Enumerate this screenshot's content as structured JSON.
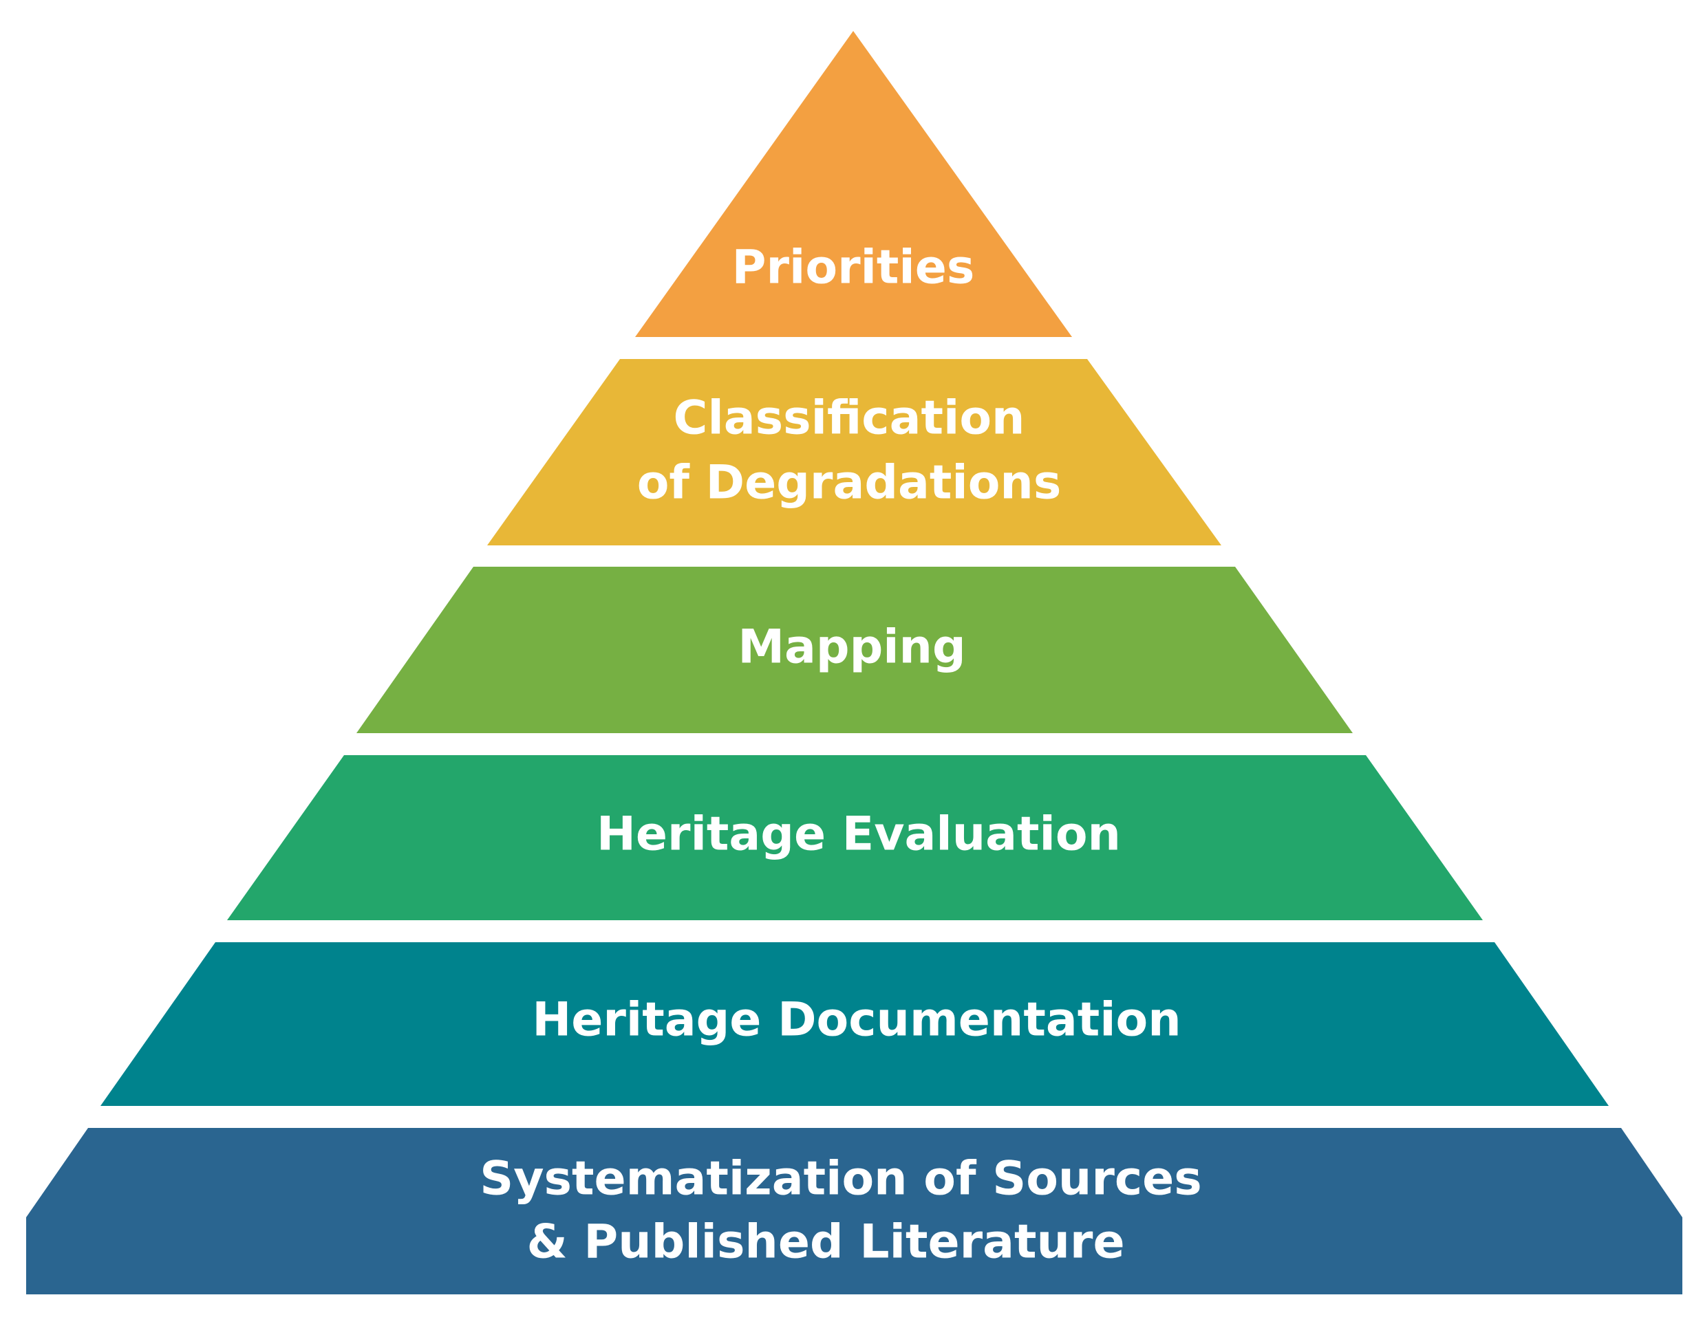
{
  "tiers": [
    {
      "label_lines": [
        "Priorities"
      ],
      "color": "#F3A041"
    },
    {
      "label_lines": [
        "Classification",
        "of Degradations"
      ],
      "color": "#E8B737"
    },
    {
      "label_lines": [
        "Mapping"
      ],
      "color": "#76B043"
    },
    {
      "label_lines": [
        "Heritage Evaluation"
      ],
      "color": "#23A66B"
    },
    {
      "label_lines": [
        "Heritage Documentation"
      ],
      "color": "#00838D"
    },
    {
      "label_lines": [
        "Systematization of Sources",
        "& Published Literature"
      ],
      "color": "#2A6590"
    }
  ]
}
